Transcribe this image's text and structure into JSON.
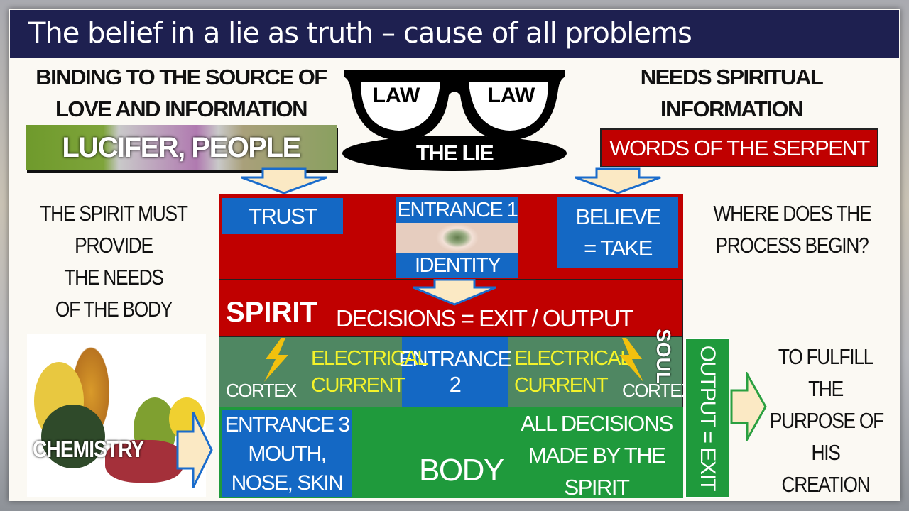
{
  "title": "The belief in a lie as truth – cause of all problems",
  "left_heading": [
    "BINDING TO THE SOURCE OF",
    "LOVE AND INFORMATION"
  ],
  "right_heading": [
    "NEEDS SPIRITUAL",
    "INFORMATION"
  ],
  "lucifer_banner": "LUCIFER, PEOPLE",
  "glasses": {
    "left_lens": "LAW",
    "right_lens": "LAW",
    "lie": "THE LIE"
  },
  "serpent_box": "WORDS OF THE SERPENT",
  "left_side_text": [
    "THE SPIRIT MUST",
    "PROVIDE",
    "THE NEEDS",
    "OF THE BODY"
  ],
  "right_side_text": [
    "WHERE DOES THE",
    "PROCESS BEGIN?"
  ],
  "trust": "TRUST",
  "entrance1": "ENTRANCE 1",
  "identity": "IDENTITY",
  "believe": [
    "BELIEVE",
    "= TAKE"
  ],
  "spirit": "SPIRIT",
  "decisions": "DECISIONS = EXIT / OUTPUT",
  "soul": "SOUL",
  "cortex": "CORTEX",
  "electrical": [
    "ELECTRICAL",
    "CURRENT"
  ],
  "entrance2": "ENTRANCE 2",
  "entrance3": [
    "ENTRANCE 3",
    "MOUTH,",
    "NOSE, SKIN"
  ],
  "body": "BODY",
  "all_decisions": [
    "ALL DECISIONS",
    "MADE BY THE",
    "SPIRIT"
  ],
  "output_exit": "OUTPUT = EXIT",
  "chemistry": "CHEMISTRY",
  "purpose": [
    "TO FULFILL",
    "THE",
    "PURPOSE OF",
    "HIS",
    "CREATION"
  ]
}
